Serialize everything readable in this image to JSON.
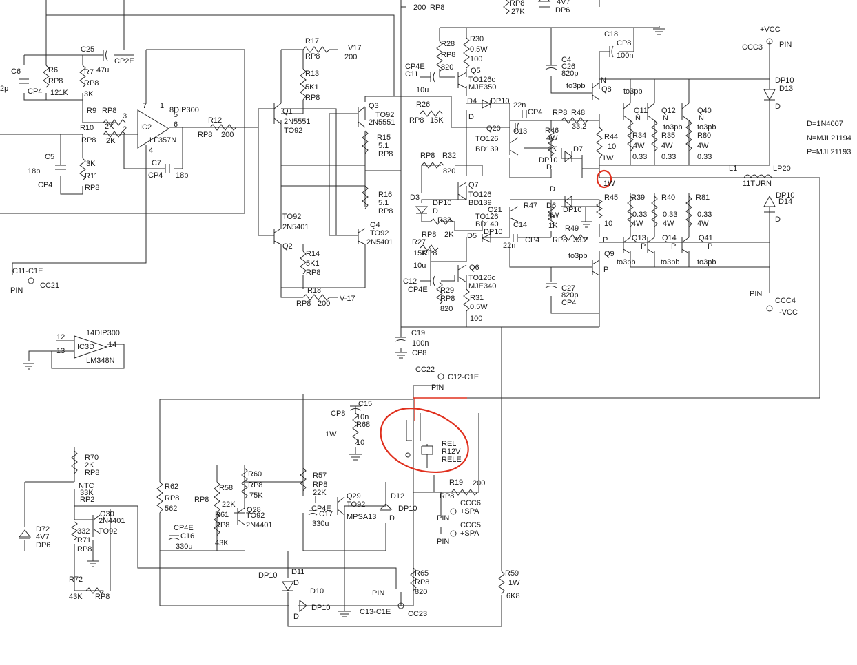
{
  "colors": {
    "wire": "#2a2a2a",
    "text": "#1a1a1a",
    "highlight": "#e0301e"
  },
  "legend": {
    "d": "D=1N4007",
    "n": "N=MJL21194",
    "p": "P=MJL21193"
  },
  "labels": [
    {
      "t": "RP8"
    },
    {
      "t": "27K"
    },
    {
      "t": "4V7"
    },
    {
      "t": "DP6"
    },
    {
      "t": "200"
    },
    {
      "t": "RP8"
    },
    {
      "t": "C18"
    },
    {
      "t": "CP8"
    },
    {
      "t": "100n"
    },
    {
      "t": "+VCC"
    },
    {
      "t": "CCC3"
    },
    {
      "t": "PIN"
    },
    {
      "t": "C25"
    },
    {
      "t": "47u"
    },
    {
      "t": "CP2E"
    },
    {
      "t": "C6"
    },
    {
      "t": "2p"
    },
    {
      "t": "CP4"
    },
    {
      "t": "R6"
    },
    {
      "t": "RP8"
    },
    {
      "t": "121K"
    },
    {
      "t": "R7"
    },
    {
      "t": "RP8"
    },
    {
      "t": "3K"
    },
    {
      "t": "R9"
    },
    {
      "t": "RP8"
    },
    {
      "t": "R10"
    },
    {
      "t": "RP8"
    },
    {
      "t": "2K"
    },
    {
      "t": "2K"
    },
    {
      "t": "3"
    },
    {
      "t": "2"
    },
    {
      "t": "7"
    },
    {
      "t": "1"
    },
    {
      "t": "5"
    },
    {
      "t": "6"
    },
    {
      "t": "4"
    },
    {
      "t": "IC2"
    },
    {
      "t": "8DIP300"
    },
    {
      "t": "LF357N"
    },
    {
      "t": "R12"
    },
    {
      "t": "RP8"
    },
    {
      "t": "200"
    },
    {
      "t": "C7"
    },
    {
      "t": "CP4"
    },
    {
      "t": "18p"
    },
    {
      "t": "C5"
    },
    {
      "t": "18p"
    },
    {
      "t": "CP4"
    },
    {
      "t": "3K"
    },
    {
      "t": "R11"
    },
    {
      "t": "RP8"
    },
    {
      "t": "R17"
    },
    {
      "t": "RP8"
    },
    {
      "t": "200"
    },
    {
      "t": "V17"
    },
    {
      "t": "R13"
    },
    {
      "t": "5K1"
    },
    {
      "t": "RP8"
    },
    {
      "t": "Q1"
    },
    {
      "t": "2N5551"
    },
    {
      "t": "TO92"
    },
    {
      "t": "Q3"
    },
    {
      "t": "TO92"
    },
    {
      "t": "2N5551"
    },
    {
      "t": "R15"
    },
    {
      "t": "5.1"
    },
    {
      "t": "RP8"
    },
    {
      "t": "R16"
    },
    {
      "t": "5.1"
    },
    {
      "t": "RP8"
    },
    {
      "t": "TO92"
    },
    {
      "t": "2N5401"
    },
    {
      "t": "Q2"
    },
    {
      "t": "Q4"
    },
    {
      "t": "TO92"
    },
    {
      "t": "2N5401"
    },
    {
      "t": "R14"
    },
    {
      "t": "5K1"
    },
    {
      "t": "RP8"
    },
    {
      "t": "R18"
    },
    {
      "t": "RP8"
    },
    {
      "t": "200"
    },
    {
      "t": "V-17"
    },
    {
      "t": "C11-C1E"
    },
    {
      "t": "PIN"
    },
    {
      "t": "CC21"
    },
    {
      "t": "12"
    },
    {
      "t": "13"
    },
    {
      "t": "14"
    },
    {
      "t": "IC3D"
    },
    {
      "t": "14DIP300"
    },
    {
      "t": "LM348N"
    },
    {
      "t": "R28"
    },
    {
      "t": "RP8"
    },
    {
      "t": "820"
    },
    {
      "t": "R30"
    },
    {
      "t": "0.5W"
    },
    {
      "t": "100"
    },
    {
      "t": "CP4E"
    },
    {
      "t": "C11"
    },
    {
      "t": "10u"
    },
    {
      "t": "Q5"
    },
    {
      "t": "TO126c"
    },
    {
      "t": "MJE350"
    },
    {
      "t": "C4"
    },
    {
      "t": "C26"
    },
    {
      "t": "820p"
    },
    {
      "t": "to3pb"
    },
    {
      "t": "Q8"
    },
    {
      "t": "N"
    },
    {
      "t": "to3pb"
    },
    {
      "t": "R26"
    },
    {
      "t": "RP8"
    },
    {
      "t": "15K"
    },
    {
      "t": "D4"
    },
    {
      "t": "DP10"
    },
    {
      "t": "D"
    },
    {
      "t": "22n"
    },
    {
      "t": "CP4"
    },
    {
      "t": "RP8"
    },
    {
      "t": "R48"
    },
    {
      "t": "33.2"
    },
    {
      "t": "Q20"
    },
    {
      "t": "TO126"
    },
    {
      "t": "BD139"
    },
    {
      "t": "C13"
    },
    {
      "t": "R46"
    },
    {
      "t": "4W"
    },
    {
      "t": "1K"
    },
    {
      "t": "DP10"
    },
    {
      "t": "D"
    },
    {
      "t": "D7"
    },
    {
      "t": "R44"
    },
    {
      "t": "10"
    },
    {
      "t": "1W"
    },
    {
      "t": "Q11"
    },
    {
      "t": "N"
    },
    {
      "t": "Q12"
    },
    {
      "t": "N"
    },
    {
      "t": "Q40"
    },
    {
      "t": "N"
    },
    {
      "t": "to3pb"
    },
    {
      "t": "to3pb"
    },
    {
      "t": "R34"
    },
    {
      "t": "4W"
    },
    {
      "t": "0.33"
    },
    {
      "t": "R35"
    },
    {
      "t": "4W"
    },
    {
      "t": "0.33"
    },
    {
      "t": "R80"
    },
    {
      "t": "4W"
    },
    {
      "t": "0.33"
    },
    {
      "t": "DP10"
    },
    {
      "t": "D13"
    },
    {
      "t": "D"
    },
    {
      "t": "RP8"
    },
    {
      "t": "R32"
    },
    {
      "t": "820"
    },
    {
      "t": "Q7"
    },
    {
      "t": "TO126"
    },
    {
      "t": "BD139"
    },
    {
      "t": "D3"
    },
    {
      "t": "DP10"
    },
    {
      "t": "D"
    },
    {
      "t": "R33"
    },
    {
      "t": "RP8"
    },
    {
      "t": "2K"
    },
    {
      "t": "L1"
    },
    {
      "t": "LP20"
    },
    {
      "t": "11TURN"
    },
    {
      "t": "1W"
    },
    {
      "t": "D"
    },
    {
      "t": "R47"
    },
    {
      "t": "D6"
    },
    {
      "t": "4W"
    },
    {
      "t": "1K"
    },
    {
      "t": "DP10"
    },
    {
      "t": "Q21"
    },
    {
      "t": "TO126"
    },
    {
      "t": "BD140"
    },
    {
      "t": "C14"
    },
    {
      "t": "D5"
    },
    {
      "t": "DP10"
    },
    {
      "t": "22n"
    },
    {
      "t": "CP4"
    },
    {
      "t": "RP8"
    },
    {
      "t": "R49"
    },
    {
      "t": "33.2"
    },
    {
      "t": "R27"
    },
    {
      "t": "RP8"
    },
    {
      "t": "15K"
    },
    {
      "t": "R45"
    },
    {
      "t": "10"
    },
    {
      "t": "R39"
    },
    {
      "t": "0.33"
    },
    {
      "t": "4W"
    },
    {
      "t": "R40"
    },
    {
      "t": "0.33"
    },
    {
      "t": "4W"
    },
    {
      "t": "R81"
    },
    {
      "t": "0.33"
    },
    {
      "t": "4W"
    },
    {
      "t": "P"
    },
    {
      "t": "Q13"
    },
    {
      "t": "P"
    },
    {
      "t": "Q14"
    },
    {
      "t": "P"
    },
    {
      "t": "Q41"
    },
    {
      "t": "P"
    },
    {
      "t": "to3pb"
    },
    {
      "t": "to3pb"
    },
    {
      "t": "to3pb"
    },
    {
      "t": "to3pb"
    },
    {
      "t": "Q9"
    },
    {
      "t": "P"
    },
    {
      "t": "DP10"
    },
    {
      "t": "D14"
    },
    {
      "t": "D"
    },
    {
      "t": "10u"
    },
    {
      "t": "C12"
    },
    {
      "t": "CP4E"
    },
    {
      "t": "Q6"
    },
    {
      "t": "TO126c"
    },
    {
      "t": "MJE340"
    },
    {
      "t": "R29"
    },
    {
      "t": "RP8"
    },
    {
      "t": "820"
    },
    {
      "t": "R31"
    },
    {
      "t": "0.5W"
    },
    {
      "t": "100"
    },
    {
      "t": "C27"
    },
    {
      "t": "820p"
    },
    {
      "t": "CP4"
    },
    {
      "t": "PIN"
    },
    {
      "t": "CCC4"
    },
    {
      "t": "-VCC"
    },
    {
      "t": "C19"
    },
    {
      "t": "100n"
    },
    {
      "t": "CP8"
    },
    {
      "t": "CC22"
    },
    {
      "t": "C12-C1E"
    },
    {
      "t": "PIN"
    },
    {
      "t": "C15"
    },
    {
      "t": "CP8"
    },
    {
      "t": "10n"
    },
    {
      "t": "R68"
    },
    {
      "t": "1W"
    },
    {
      "t": "10"
    },
    {
      "t": "REL"
    },
    {
      "t": "R12V"
    },
    {
      "t": "RELE"
    },
    {
      "t": "R19"
    },
    {
      "t": "RP8"
    },
    {
      "t": "200"
    },
    {
      "t": "CCC6"
    },
    {
      "t": "+SPA"
    },
    {
      "t": "PIN"
    },
    {
      "t": "CCC5"
    },
    {
      "t": "+SPA"
    },
    {
      "t": "PIN"
    },
    {
      "t": "R70"
    },
    {
      "t": "2K"
    },
    {
      "t": "RP8"
    },
    {
      "t": "NTC"
    },
    {
      "t": "33K"
    },
    {
      "t": "RP2"
    },
    {
      "t": "D72"
    },
    {
      "t": "4V7"
    },
    {
      "t": "DP6"
    },
    {
      "t": "Q30"
    },
    {
      "t": "2N4401"
    },
    {
      "t": "TO92"
    },
    {
      "t": "332"
    },
    {
      "t": "R71"
    },
    {
      "t": "RP8"
    },
    {
      "t": "R62"
    },
    {
      "t": "RP8"
    },
    {
      "t": "562"
    },
    {
      "t": "CP4E"
    },
    {
      "t": "C16"
    },
    {
      "t": "330u"
    },
    {
      "t": "RP8"
    },
    {
      "t": "R58"
    },
    {
      "t": "22K"
    },
    {
      "t": "R61"
    },
    {
      "t": "RP8"
    },
    {
      "t": "43K"
    },
    {
      "t": "R60"
    },
    {
      "t": "RP8"
    },
    {
      "t": "75K"
    },
    {
      "t": "Q28"
    },
    {
      "t": "TO92"
    },
    {
      "t": "2N4401"
    },
    {
      "t": "R57"
    },
    {
      "t": "RP8"
    },
    {
      "t": "22K"
    },
    {
      "t": "CP4E"
    },
    {
      "t": "C17"
    },
    {
      "t": "330u"
    },
    {
      "t": "Q29"
    },
    {
      "t": "TO92"
    },
    {
      "t": "MPSA13"
    },
    {
      "t": "D12"
    },
    {
      "t": "D"
    },
    {
      "t": "DP10"
    },
    {
      "t": "R72"
    },
    {
      "t": "43K"
    },
    {
      "t": "RP8"
    },
    {
      "t": "DP10"
    },
    {
      "t": "D11"
    },
    {
      "t": "D"
    },
    {
      "t": "D10"
    },
    {
      "t": "DP10"
    },
    {
      "t": "D"
    },
    {
      "t": "PIN"
    },
    {
      "t": "C13-C1E"
    },
    {
      "t": "CC23"
    },
    {
      "t": "R65"
    },
    {
      "t": "RP8"
    },
    {
      "t": "820"
    },
    {
      "t": "R59"
    },
    {
      "t": "1W"
    },
    {
      "t": "6K8"
    }
  ]
}
